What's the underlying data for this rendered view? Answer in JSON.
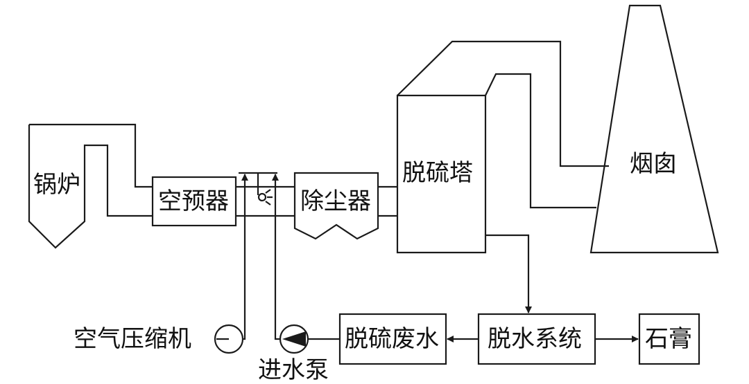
{
  "diagram": {
    "labels": {
      "boiler": "锅炉",
      "air_preheater": "空预器",
      "dust_collector": "除尘器",
      "desulfurization_tower": "脱硫塔",
      "chimney": "烟囱",
      "air_compressor": "空气压缩机",
      "feed_pump": "进水泵",
      "desulfurization_wastewater": "脱硫废水",
      "dewatering_system": "脱水系统",
      "gypsum": "石膏"
    },
    "colors": {
      "line": "#1a1a1a",
      "background": "#ffffff",
      "text": "#111111"
    }
  }
}
